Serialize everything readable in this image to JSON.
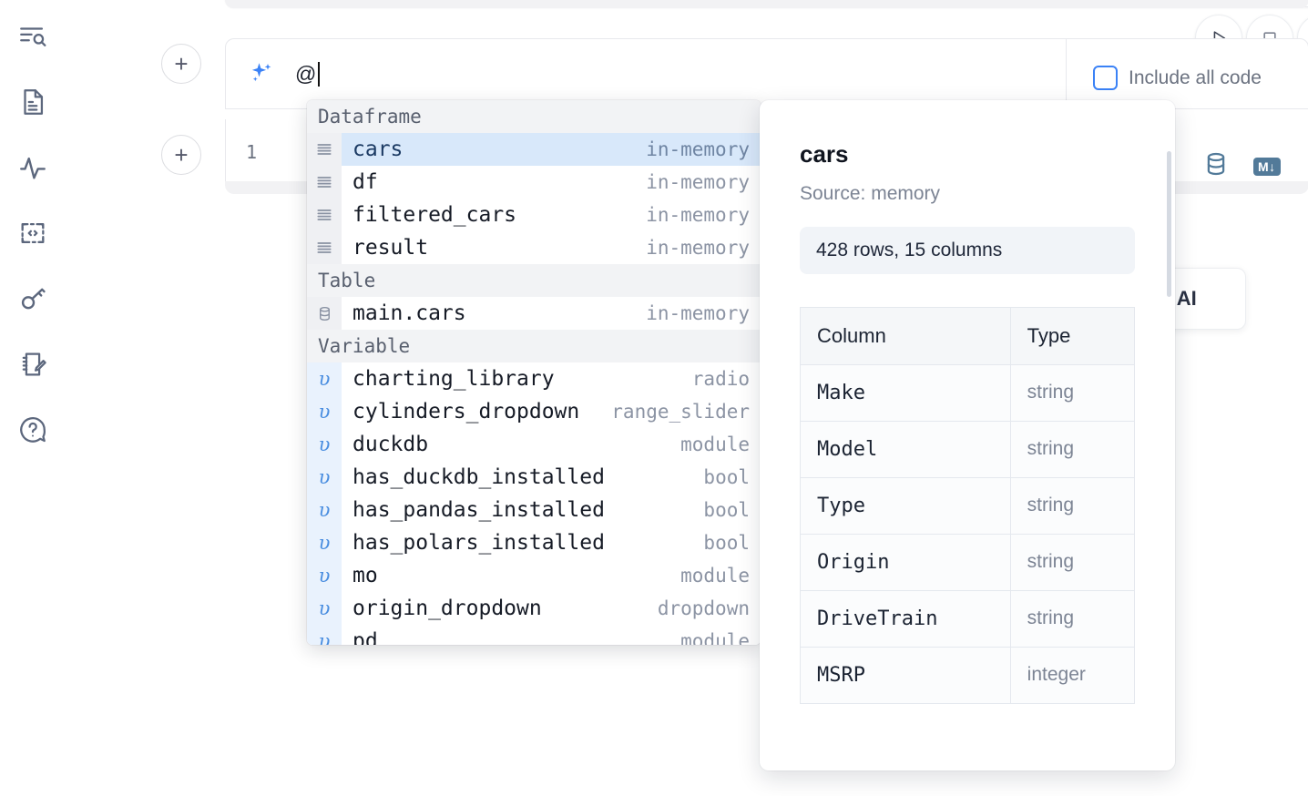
{
  "rail": {
    "items": [
      {
        "name": "explore-outline-icon",
        "label": "Outline"
      },
      {
        "name": "file-document-icon",
        "label": "Files"
      },
      {
        "name": "activity-pulse-icon",
        "label": "Activity"
      },
      {
        "name": "code-snippets-icon",
        "label": "Snippets"
      },
      {
        "name": "key-secrets-icon",
        "label": "Secrets"
      },
      {
        "name": "scratchpad-edit-icon",
        "label": "Scratchpad"
      },
      {
        "name": "help-question-icon",
        "label": "Help"
      }
    ]
  },
  "toolbar": {
    "run_label": "▷",
    "stop_label": "□",
    "add_cell_label": "+"
  },
  "prompt": {
    "icon": "sparkle-icon",
    "value": "@",
    "include_all_code_label": "Include all code",
    "include_all_code_checked": false
  },
  "code_cell": {
    "line_number": "1",
    "icons": [
      {
        "name": "database-icon",
        "label": "SQL"
      },
      {
        "name": "markdown-icon",
        "label": "M↓"
      }
    ]
  },
  "tooltip_fragment": {
    "text": "h AI"
  },
  "autocomplete": {
    "sections": [
      {
        "title": "Dataframe",
        "gutter_kind": "dataframe",
        "items": [
          {
            "name": "cars",
            "meta": "in-memory",
            "selected": true
          },
          {
            "name": "df",
            "meta": "in-memory",
            "selected": false
          },
          {
            "name": "filtered_cars",
            "meta": "in-memory",
            "selected": false
          },
          {
            "name": "result",
            "meta": "in-memory",
            "selected": false
          }
        ]
      },
      {
        "title": "Table",
        "gutter_kind": "table",
        "items": [
          {
            "name": "main.cars",
            "meta": "in-memory",
            "selected": false
          }
        ]
      },
      {
        "title": "Variable",
        "gutter_kind": "variable",
        "items": [
          {
            "name": "charting_library",
            "meta": "radio",
            "selected": false
          },
          {
            "name": "cylinders_dropdown",
            "meta": "range_slider",
            "selected": false
          },
          {
            "name": "duckdb",
            "meta": "module",
            "selected": false
          },
          {
            "name": "has_duckdb_installed",
            "meta": "bool",
            "selected": false
          },
          {
            "name": "has_pandas_installed",
            "meta": "bool",
            "selected": false
          },
          {
            "name": "has_polars_installed",
            "meta": "bool",
            "selected": false
          },
          {
            "name": "mo",
            "meta": "module",
            "selected": false
          },
          {
            "name": "origin_dropdown",
            "meta": "dropdown",
            "selected": false
          },
          {
            "name": "pd",
            "meta": "module",
            "selected": false
          }
        ]
      }
    ]
  },
  "detail": {
    "title": "cars",
    "source": "Source: memory",
    "shape": "428 rows, 15 columns",
    "table": {
      "headers": [
        "Column",
        "Type"
      ],
      "rows": [
        {
          "column": "Make",
          "type": "string"
        },
        {
          "column": "Model",
          "type": "string"
        },
        {
          "column": "Type",
          "type": "string"
        },
        {
          "column": "Origin",
          "type": "string"
        },
        {
          "column": "DriveTrain",
          "type": "string"
        },
        {
          "column": "MSRP",
          "type": "integer"
        }
      ]
    }
  },
  "colors": {
    "accent_blue": "#3b82f6",
    "selection_blue": "#d8e8fa",
    "variable_gutter": "#e9f2fd",
    "icon_slate": "#527a99",
    "muted_text": "#8c94a4"
  }
}
